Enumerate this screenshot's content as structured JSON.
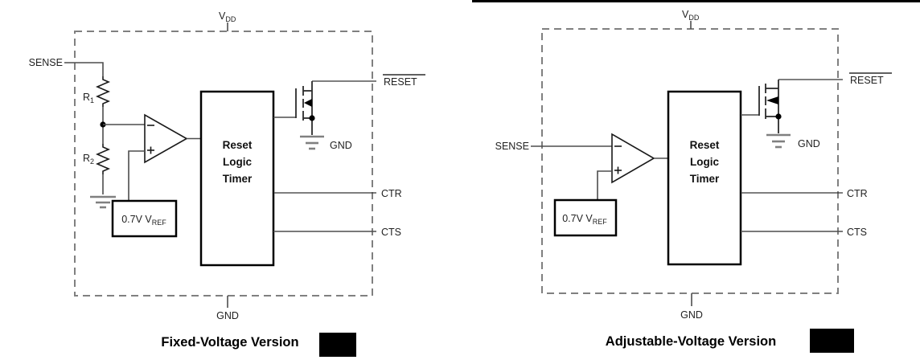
{
  "figure": {
    "variants": [
      {
        "caption": "Fixed-Voltage Version"
      },
      {
        "caption": "Adjustable-Voltage Version"
      }
    ]
  },
  "labels": {
    "vdd_base": "V",
    "vdd_sub": "DD",
    "sense": "SENSE",
    "reset": "RESET",
    "gnd": "GND",
    "ctr": "CTR",
    "cts": "CTS",
    "r_base": "R",
    "r1_sub": "1",
    "r2_sub": "2",
    "vref_base": "0.7V V",
    "vref_sub": "REF",
    "block": {
      "line1": "Reset",
      "line2": "Logic",
      "line3": "Timer"
    }
  },
  "colors": {
    "wire": "#4d4d4d",
    "frame_dash": "#808080",
    "box_stroke": "#000000",
    "text": "#222222",
    "redacted_logo": "#000000"
  }
}
